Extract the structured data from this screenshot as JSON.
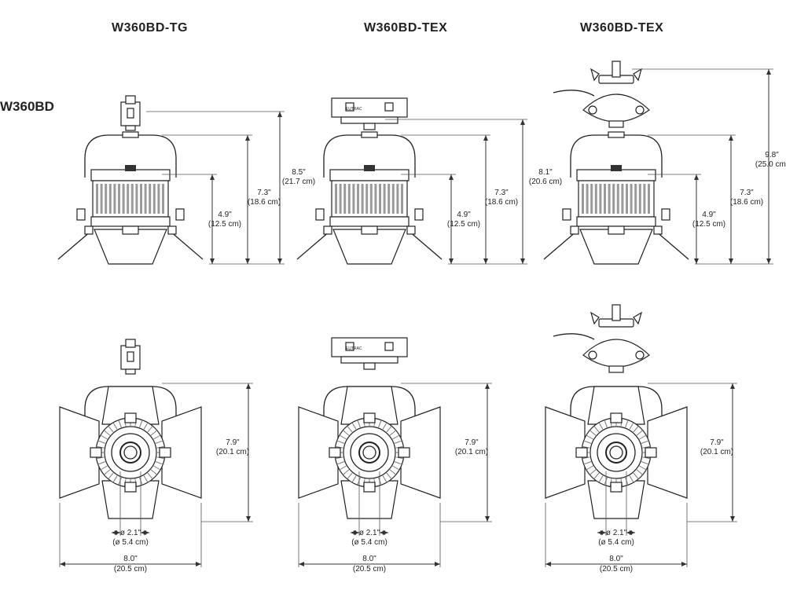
{
  "headers": [
    "W360BD-TG",
    "W360BD-TEX",
    "W360BD-TEX"
  ],
  "side_label": "W360BD",
  "track_label": "EUTRAC",
  "side_dims": [
    {
      "overall": [
        "8.5\"",
        "(21.7 cm)"
      ],
      "yoke": [
        "7.3\"",
        "(18.6 cm)"
      ],
      "body": [
        "4.9\"",
        "(12.5 cm)"
      ]
    },
    {
      "overall": [
        "8.1\"",
        "(20.6 cm)"
      ],
      "yoke": [
        "7.3\"",
        "(18.6 cm)"
      ],
      "body": [
        "4.9\"",
        "(12.5 cm)"
      ]
    },
    {
      "overall": [
        "9.8\"",
        "(25.0 cm)"
      ],
      "yoke": [
        "7.3\"",
        "(18.6 cm)"
      ],
      "body": [
        "4.9\"",
        "(12.5 cm)"
      ]
    }
  ],
  "front_dims": [
    {
      "height": [
        "7.9\"",
        "(20.1 cm)"
      ],
      "lens": [
        "ø 2.1\"",
        "(ø 5.4 cm)"
      ],
      "width": [
        "8.0\"",
        "(20.5 cm)"
      ]
    },
    {
      "height": [
        "7.9\"",
        "(20.1 cm)"
      ],
      "lens": [
        "ø 2.1\"",
        "(ø 5.4 cm)"
      ],
      "width": [
        "8.0\"",
        "(20.5 cm)"
      ]
    },
    {
      "height": [
        "7.9\"",
        "(20.1 cm)"
      ],
      "lens": [
        "ø 2.1\"",
        "(ø 5.4 cm)"
      ],
      "width": [
        "8.0\"",
        "(20.5 cm)"
      ]
    }
  ]
}
